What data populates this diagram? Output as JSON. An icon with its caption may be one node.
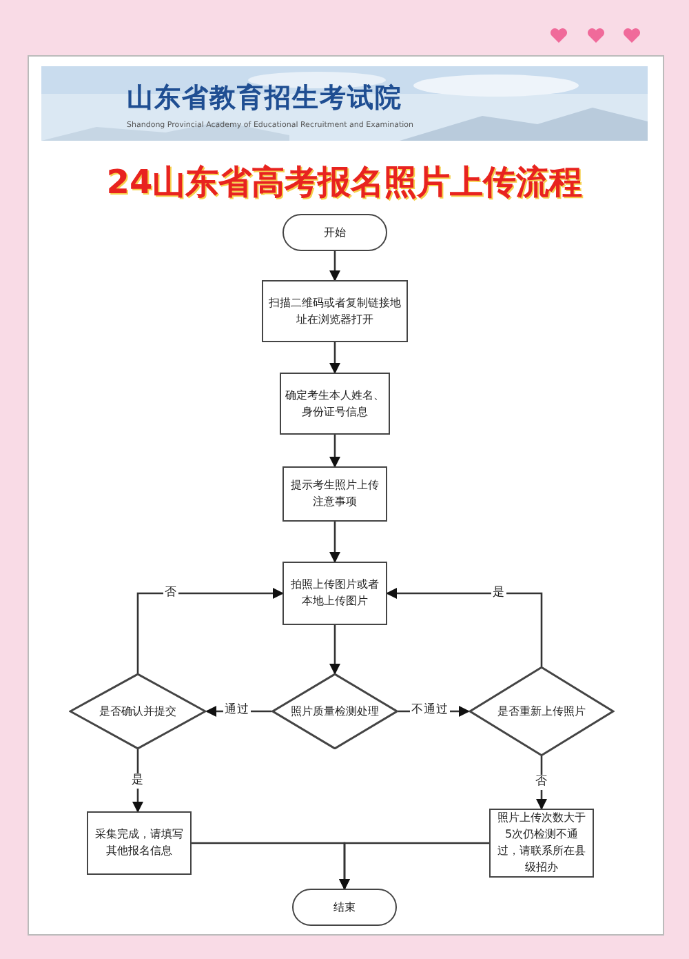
{
  "diagram": {
    "title": "24山东省高考报名照片上传流程",
    "nodes": [
      {
        "text": [
          "开始"
        ]
      },
      {
        "text": [
          "扫描二维码或者复制链接地址在浏览器打开"
        ]
      },
      {
        "text": [
          "确定考生本人姓名、身份证号信息"
        ]
      },
      {
        "text": [
          "提示考生照片上传注意事项"
        ]
      },
      {
        "text": [
          "拍照上传图片或者本地上传图片"
        ]
      },
      {
        "text": [
          "是否确认并提交"
        ]
      },
      {
        "text": [
          "照片质量检测处理"
        ]
      },
      {
        "text": [
          "是否重新上传照片"
        ]
      },
      {
        "text": [
          "采集完成，请填写其他报名信息"
        ]
      },
      {
        "text": [
          "照片上传次数大于5次仍检测不通过，请联系所在县级招办"
        ]
      },
      {
        "text": [
          "结束"
        ]
      }
    ],
    "edges": [
      {
        "from": 0,
        "to": 1,
        "arrow": "to"
      },
      {
        "from": 1,
        "to": 2,
        "arrow": "to"
      },
      {
        "from": 2,
        "to": 3,
        "arrow": "to"
      },
      {
        "from": 3,
        "to": 4,
        "arrow": "to"
      },
      {
        "from": 4,
        "to": 6,
        "arrow": "to"
      },
      {
        "from": 6,
        "to": 5,
        "arrow": "to",
        "label": "通过"
      },
      {
        "from": 6,
        "to": 7,
        "arrow": "to",
        "label": "不通过"
      },
      {
        "from": 5,
        "to": 4,
        "arrow": "to",
        "label": "否"
      },
      {
        "from": 7,
        "to": 4,
        "arrow": "to",
        "label": "是"
      },
      {
        "from": 5,
        "to": 8,
        "arrow": "to",
        "label": "是"
      },
      {
        "from": 7,
        "to": 9,
        "arrow": "to",
        "label": "否"
      },
      {
        "from": 8,
        "to": 10,
        "arrow": "to"
      },
      {
        "from": 9,
        "to": 10,
        "arrow": "to"
      }
    ],
    "labels": [
      "山东省教育招生考试院",
      "Shandong Provincial Academy of Educational Recruitment and Examination"
    ]
  }
}
